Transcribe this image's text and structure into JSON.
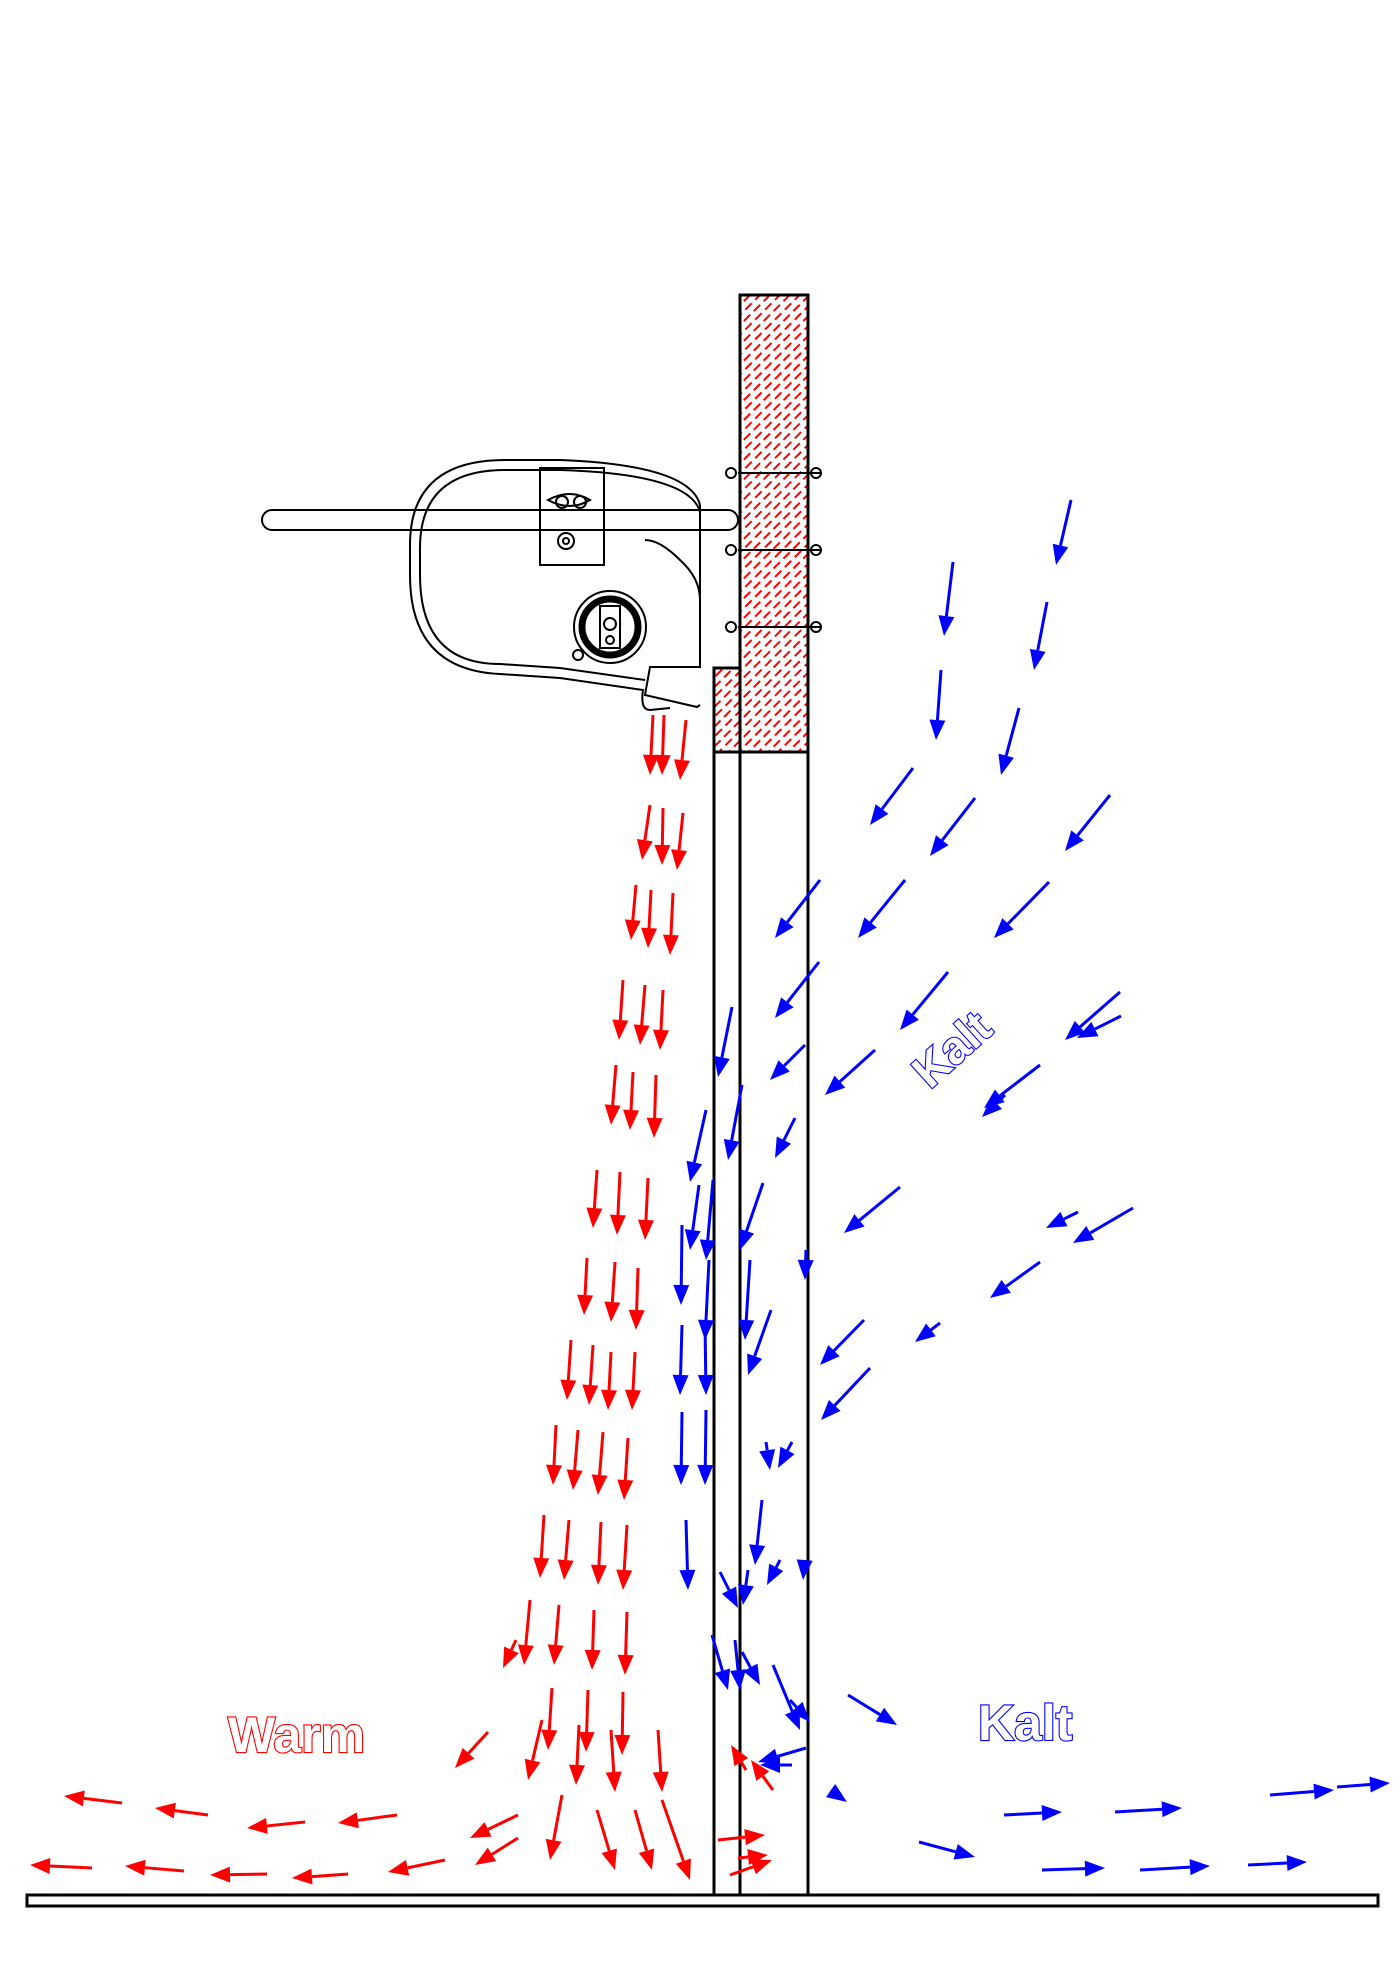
{
  "labels": {
    "warm": "Warm",
    "cold_upper": "Kalt",
    "cold_lower": "Kalt"
  },
  "colors": {
    "warm": "#ff0000",
    "cold": "#0000ff",
    "outline": "#000000",
    "hatch": "#ff0000"
  },
  "icons": {
    "heater_unit": "air-heater-icon",
    "fan_motor": "fan-motor-icon"
  }
}
